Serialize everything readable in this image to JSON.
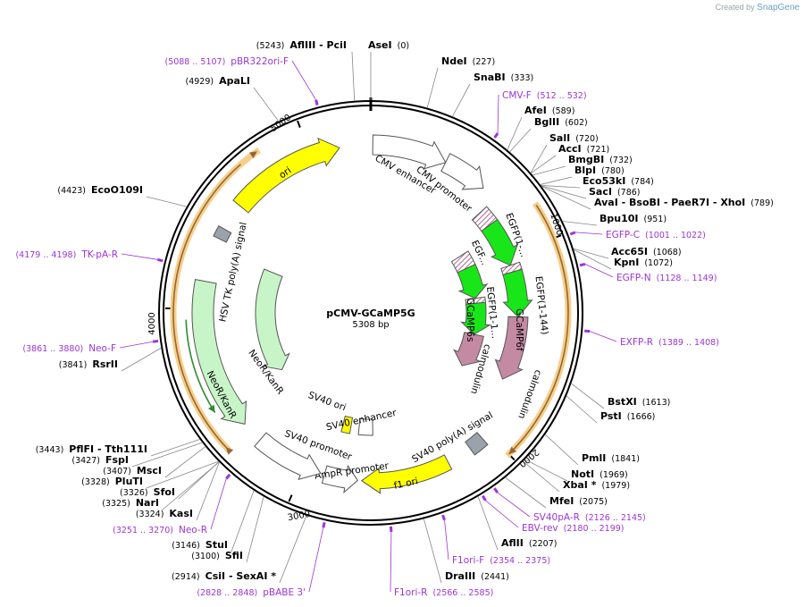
{
  "credit": {
    "prefix": "Created by",
    "brand": "SnapGene"
  },
  "plasmid": {
    "name": "pCMV-GCaMP5G",
    "size_label": "5308 bp",
    "length": 5308
  },
  "ticks": [
    {
      "pos": 0,
      "label": ""
    },
    {
      "pos": 1000,
      "label": "1000"
    },
    {
      "pos": 2000,
      "label": "2000"
    },
    {
      "pos": 3000,
      "label": "3000"
    },
    {
      "pos": 4000,
      "label": "4000"
    },
    {
      "pos": 5000,
      "label": "5000"
    }
  ],
  "sites": [
    {
      "name": "AflIII  - PciI",
      "pos": "(5243)"
    },
    {
      "name": "AseI",
      "pos": "(0)"
    },
    {
      "name": "NdeI",
      "pos": "(227)"
    },
    {
      "name": "SnaBI",
      "pos": "(333)"
    },
    {
      "name": "AfeI",
      "pos": "(589)"
    },
    {
      "name": "BglII",
      "pos": "(602)"
    },
    {
      "name": "SalI",
      "pos": "(720)"
    },
    {
      "name": "AccI",
      "pos": "(721)"
    },
    {
      "name": "BmgBI",
      "pos": "(732)"
    },
    {
      "name": "BlpI",
      "pos": "(780)"
    },
    {
      "name": "Eco53kI",
      "pos": "(784)"
    },
    {
      "name": "SacI",
      "pos": "(786)"
    },
    {
      "name": "AvaI  - BsoBI  - PaeR7I  - XhoI",
      "pos": "(789)"
    },
    {
      "name": "Bpu10I",
      "pos": "(951)"
    },
    {
      "name": "Acc65I",
      "pos": "(1068)"
    },
    {
      "name": "KpnI",
      "pos": "(1072)"
    },
    {
      "name": "BstXI",
      "pos": "(1613)"
    },
    {
      "name": "PstI",
      "pos": "(1666)"
    },
    {
      "name": "PmlI",
      "pos": "(1841)"
    },
    {
      "name": "NotI",
      "pos": "(1969)"
    },
    {
      "name": "XbaI *",
      "pos": "(1979)"
    },
    {
      "name": "MfeI",
      "pos": "(2075)"
    },
    {
      "name": "AflII",
      "pos": "(2207)"
    },
    {
      "name": "DraIII",
      "pos": "(2441)"
    },
    {
      "name": "ApaLI",
      "pos": "(4929)"
    },
    {
      "name": "EcoO109I",
      "pos": "(4423)"
    },
    {
      "name": "RsrII",
      "pos": "(3841)"
    },
    {
      "name": "PflFI  - Tth111I",
      "pos": "(3443)"
    },
    {
      "name": "FspI",
      "pos": "(3427)"
    },
    {
      "name": "MscI",
      "pos": "(3407)"
    },
    {
      "name": "PluTI",
      "pos": "(3328)"
    },
    {
      "name": "SfoI",
      "pos": "(3326)"
    },
    {
      "name": "NarI",
      "pos": "(3325)"
    },
    {
      "name": "KasI",
      "pos": "(3324)"
    },
    {
      "name": "StuI",
      "pos": "(3146)"
    },
    {
      "name": "SfiI",
      "pos": "(3100)"
    },
    {
      "name": "CsiI  - SexAI *",
      "pos": "(2914)"
    }
  ],
  "primers": [
    {
      "name": "pBR322ori-F",
      "range": "(5088 .. 5107)"
    },
    {
      "name": "CMV-F",
      "range": "(512 .. 532)"
    },
    {
      "name": "EGFP-C",
      "range": "(1001 .. 1022)"
    },
    {
      "name": "EGFP-N",
      "range": "(1128 .. 1149)"
    },
    {
      "name": "EXFP-R",
      "range": "(1389 .. 1408)"
    },
    {
      "name": "SV40pA-R",
      "range": "(2126 .. 2145)"
    },
    {
      "name": "EBV-rev",
      "range": "(2180 .. 2199)"
    },
    {
      "name": "F1ori-F",
      "range": "(2354 .. 2375)"
    },
    {
      "name": "F1ori-R",
      "range": "(2566 .. 2585)"
    },
    {
      "name": "pBABE 3'",
      "range": "(2828 .. 2848)"
    },
    {
      "name": "Neo-R",
      "range": "(3251 .. 3270)"
    },
    {
      "name": "Neo-F",
      "range": "(3861 .. 3880)"
    },
    {
      "name": "TK-pA-R",
      "range": "(4179 .. 4198)"
    }
  ],
  "features": [
    {
      "name": "CMV enhancer",
      "color": "#ffffff"
    },
    {
      "name": "CMV promoter",
      "color": "#ffffff"
    },
    {
      "name": "EGFP(1-...",
      "color": "#19e619"
    },
    {
      "name": "EGFP(1-144)",
      "color": "#19e619"
    },
    {
      "name": "EGF...",
      "color": "#19e619"
    },
    {
      "name": "EGFP(1-1...",
      "color": "#19e619"
    },
    {
      "name": "calmodulin",
      "color": "#c48aa4"
    },
    {
      "name": "GCaMP6f",
      "color": "#000000"
    },
    {
      "name": "GCaMP6s",
      "color": "#000000"
    },
    {
      "name": "SV40 poly(A) signal",
      "color": "#9aa3ab"
    },
    {
      "name": "f1 ori",
      "color": "#ffff00"
    },
    {
      "name": "AmpR promoter",
      "color": "#ffffff"
    },
    {
      "name": "SV40 promoter",
      "color": "#ffffff"
    },
    {
      "name": "SV40 ori",
      "color": "#ffff00"
    },
    {
      "name": "SV40 enhancer",
      "color": "#ffffff"
    },
    {
      "name": "NeoR/KanR",
      "color": "#c8f5c8"
    },
    {
      "name": "HSV TK poly(A) signal",
      "color": "#9aa3ab"
    },
    {
      "name": "ori",
      "color": "#ffff00"
    }
  ],
  "colors": {
    "primer": "#9b35d6",
    "highlight": "#f5cf8a",
    "orf_arrow": "#996633",
    "neo_orf": "#2e8b2e"
  }
}
